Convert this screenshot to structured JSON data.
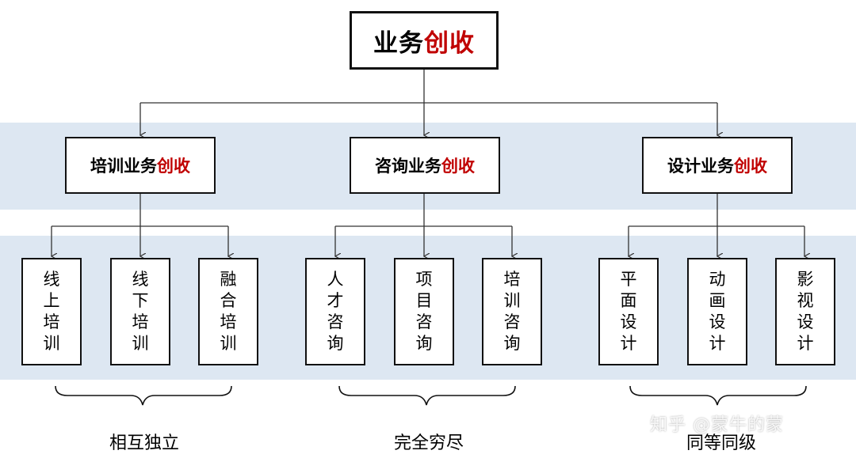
{
  "root": {
    "text_black": "业务",
    "text_red": "创收"
  },
  "groups": [
    {
      "title_black": "培训业务",
      "title_red": "创收",
      "leaves": [
        "线上培训",
        "线下培训",
        "融合培训"
      ],
      "caption": "相互独立"
    },
    {
      "title_black": "咨询业务",
      "title_red": "创收",
      "leaves": [
        "人才咨询",
        "项目咨询",
        "培训咨询"
      ],
      "caption": "完全穷尽"
    },
    {
      "title_black": "设计业务",
      "title_red": "创收",
      "leaves": [
        "平面设计",
        "动画设计",
        "影视设计"
      ],
      "caption": "同等同级"
    }
  ],
  "watermark": "知乎 @蒙牛的蒙",
  "colors": {
    "accent": "#c00000",
    "band": "#dde7f2",
    "line": "#333333"
  }
}
